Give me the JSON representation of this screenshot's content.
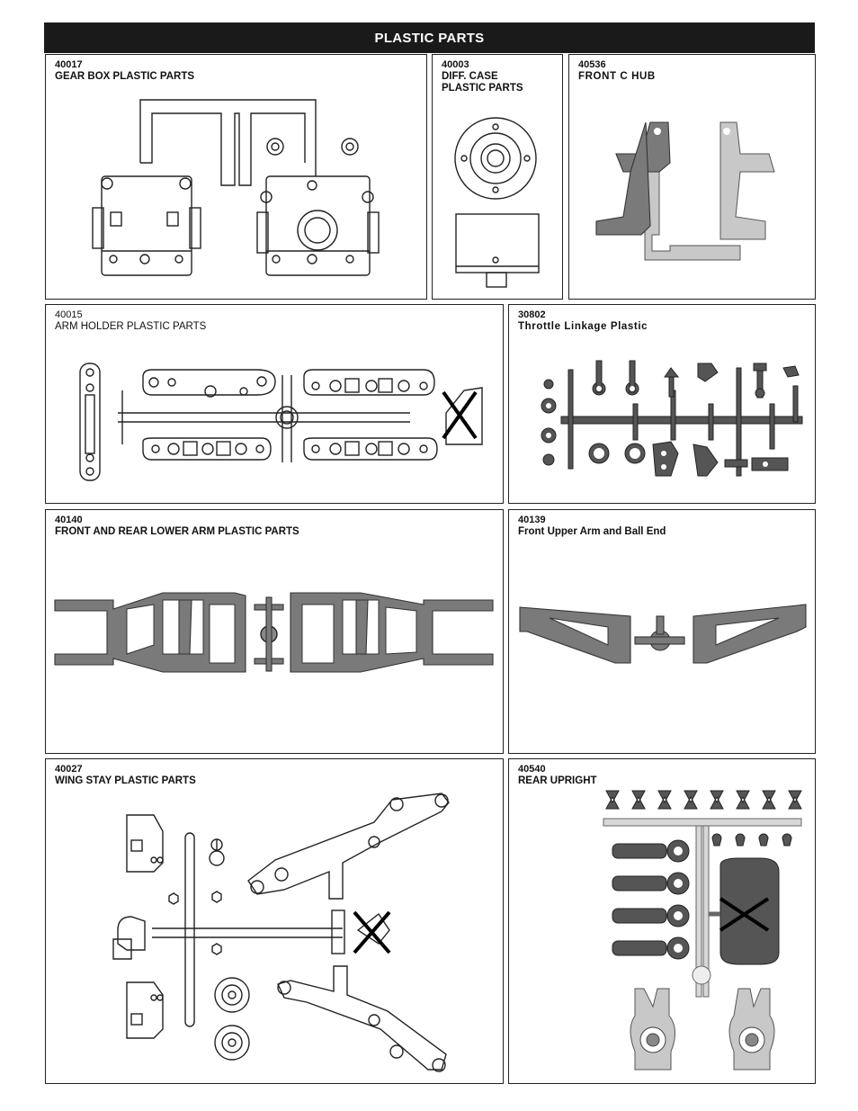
{
  "header": {
    "title": "PLASTIC PARTS"
  },
  "panels": {
    "gearbox": {
      "code": "40017",
      "label": "GEAR BOX PLASTIC PARTS"
    },
    "diffcase": {
      "code": "40003",
      "label": "DIFF. CASE\nPLASTIC PARTS"
    },
    "fronthub": {
      "code": "40536",
      "label": "FRONT C HUB"
    },
    "armholder": {
      "code": "40015",
      "label": "ARM HOLDER PLASTIC PARTS"
    },
    "throttle": {
      "code": "30802",
      "label": "Throttle Linkage Plastic"
    },
    "lowerarm": {
      "code": "40140",
      "label": "FRONT AND REAR LOWER ARM PLASTIC PARTS"
    },
    "upperarm": {
      "code": "40139",
      "label": "Front Upper Arm and Ball End"
    },
    "wingstay": {
      "code": "40027",
      "label": "WING STAY PLASTIC PARTS"
    },
    "rearupright": {
      "code": "40540",
      "label": "REAR UPRIGHT"
    }
  },
  "icons": [
    "gearbox-drawing",
    "diff-case-drawing",
    "c-hub-drawing",
    "arm-holder-drawing",
    "throttle-linkage-drawing",
    "lower-arm-drawing",
    "upper-arm-drawing",
    "wing-stay-drawing",
    "rear-upright-drawing",
    "x-mark-icon"
  ],
  "colors": {
    "header_bg": "#1a1a1a",
    "header_text": "#ffffff",
    "part_gray": "#7a7a7a"
  }
}
